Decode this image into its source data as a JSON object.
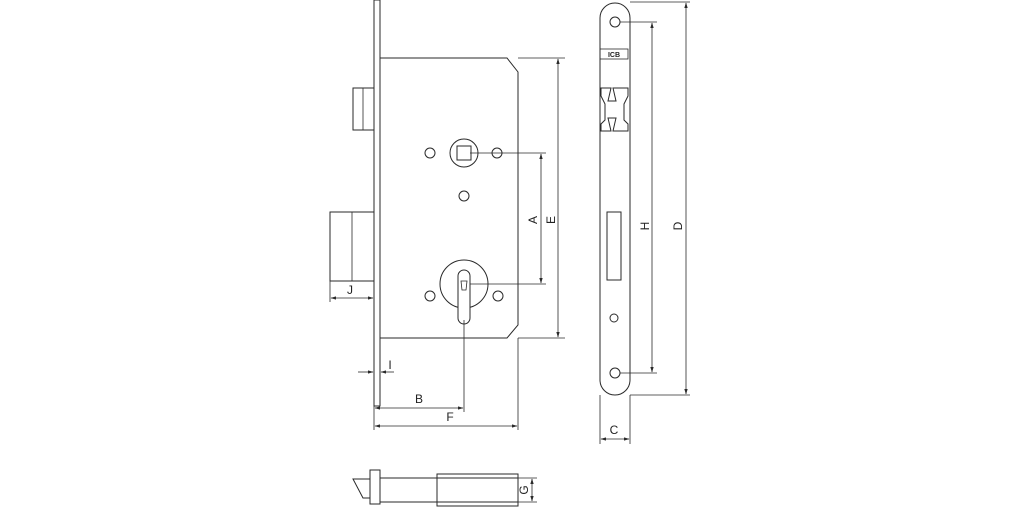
{
  "dimensions": {
    "a": "A",
    "b": "B",
    "c": "C",
    "d": "D",
    "e": "E",
    "f": "F",
    "g": "G",
    "h": "H",
    "i": "I",
    "j": "J"
  },
  "brand": {
    "logo_text": "ICB"
  },
  "colors": {
    "line": "#2a2a2a",
    "background": "#ffffff"
  }
}
